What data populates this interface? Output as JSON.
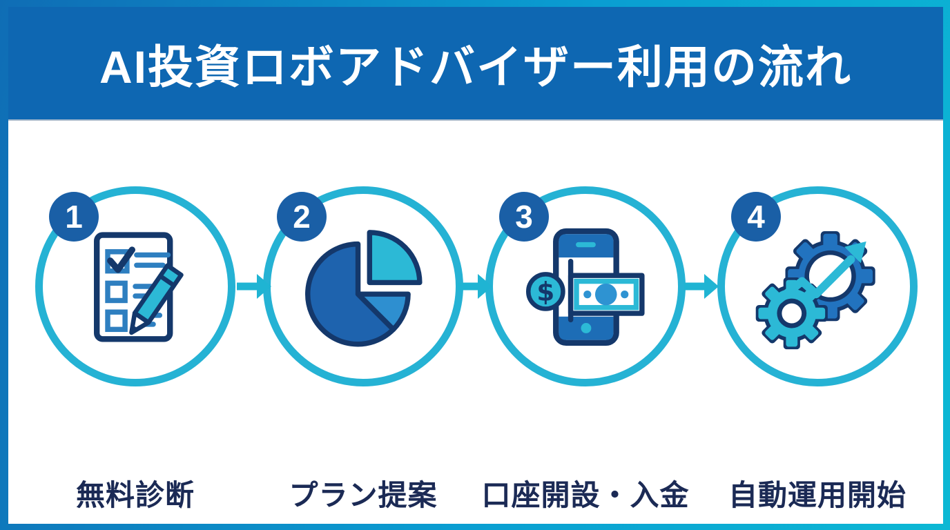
{
  "title": "AI投資ロボアドバイザー利用の流れ",
  "steps": [
    {
      "number": "1",
      "label": "無料診断",
      "icon": "checklist-icon"
    },
    {
      "number": "2",
      "label": "プラン提案",
      "icon": "pie-chart-icon"
    },
    {
      "number": "3",
      "label": "口座開設・入金",
      "icon": "phone-deposit-icon"
    },
    {
      "number": "4",
      "label": "自動運用開始",
      "icon": "gears-growth-icon"
    }
  ],
  "colors": {
    "frame_border_blue": "#0f6db5",
    "frame_border_cyan": "#0cb8d4",
    "banner_blue": "#0e67b2",
    "title_text": "#ffffff",
    "ring_cyan": "#25b2d4",
    "badge_blue": "#1a5fa6",
    "badge_number_text": "#ffffff",
    "label_navy": "#1b2a55",
    "arrow_cyan": "#1fb4d3",
    "icon_outline_navy": "#14386b",
    "icon_blue": "#1e63ae",
    "icon_medium_blue": "#2e8fd0",
    "icon_cyan": "#2cb9d6",
    "background_white": "#ffffff"
  }
}
